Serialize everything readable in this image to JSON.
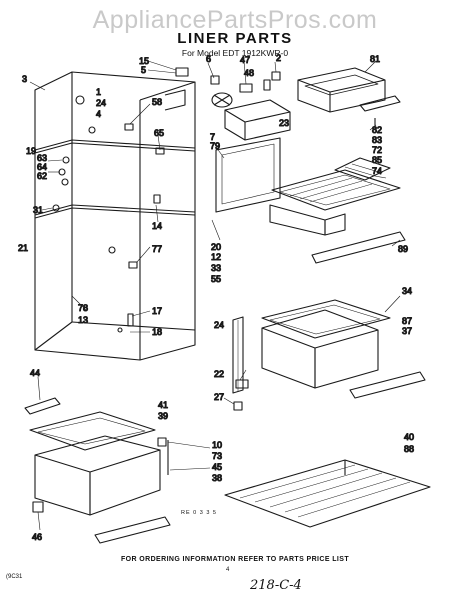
{
  "watermark": "AppliancePartsPros.com",
  "header": {
    "title": "LINER PARTS",
    "model_line": "For Model EDT 1912KWR-0"
  },
  "callouts": [
    "15",
    "5",
    "6",
    "47",
    "48",
    "2",
    "81",
    "3",
    "58",
    "1",
    "24",
    "4",
    "65",
    "19",
    "63",
    "64",
    "62",
    "7",
    "79",
    "23",
    "82",
    "83",
    "72",
    "85",
    "74",
    "31",
    "14",
    "21",
    "20",
    "12",
    "33",
    "55",
    "89",
    "77",
    "78",
    "13",
    "17",
    "18",
    "34",
    "87",
    "37",
    "24",
    "22",
    "27",
    "44",
    "41",
    "39",
    "10",
    "73",
    "45",
    "38",
    "40",
    "88",
    "46"
  ],
  "ref_code": "RE 0 3 3 5",
  "footer_note": "FOR ORDERING INFORMATION REFER TO PARTS PRICE LIST",
  "doc_code": "(9C31",
  "page_number": "4",
  "handwritten_note": "218-C-4"
}
